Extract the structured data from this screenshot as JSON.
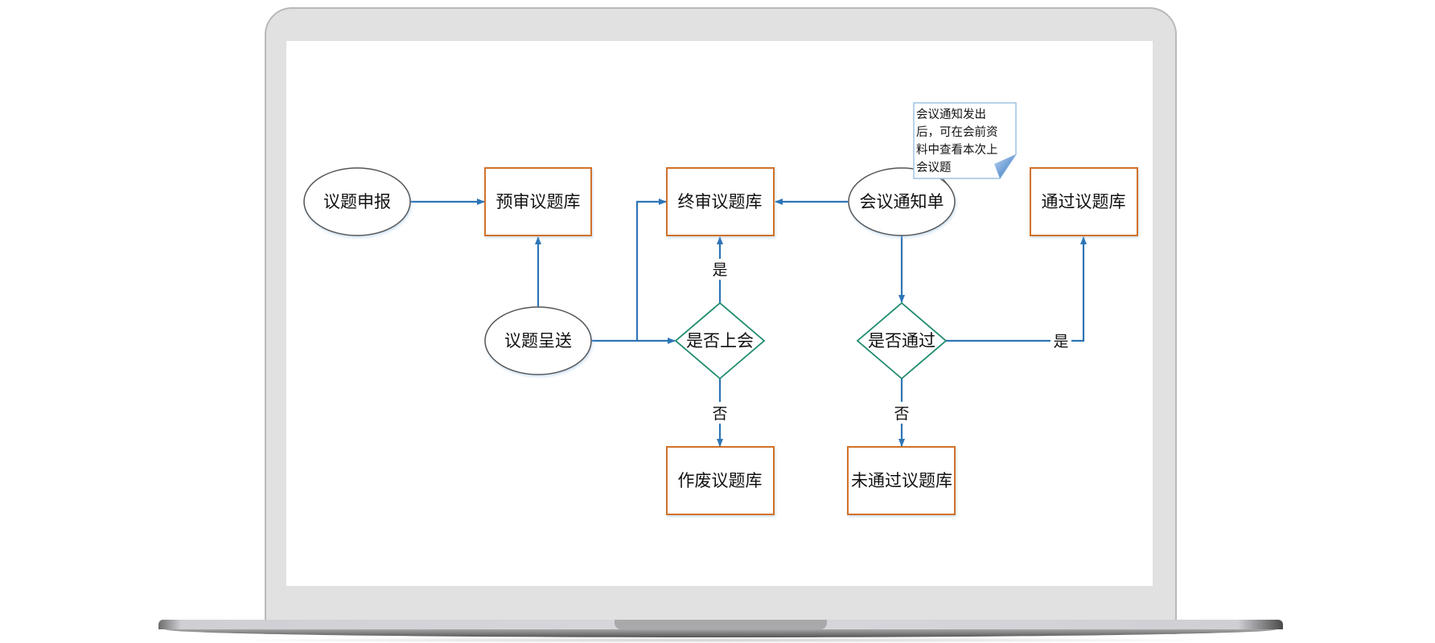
{
  "device": {
    "frame": "laptop",
    "frame_color": "#e1e1e1",
    "screen_color": "#ffffff"
  },
  "colors": {
    "process_border": "#d2712c",
    "decision_border": "#1e8a6e",
    "ellipse_border": "#555555",
    "connector": "#2e75b6",
    "note_border": "#9dc3e6",
    "note_fold": "#3a7dc9"
  },
  "diagram": {
    "nodes": [
      {
        "id": "submit",
        "type": "ellipse",
        "label": "议题申报"
      },
      {
        "id": "pre_review",
        "type": "process",
        "label": "预审议题库"
      },
      {
        "id": "final_review",
        "type": "process",
        "label": "终审议题库"
      },
      {
        "id": "meeting_notice",
        "type": "ellipse",
        "label": "会议通知单"
      },
      {
        "id": "approved",
        "type": "process",
        "label": "通过议题库"
      },
      {
        "id": "deliver",
        "type": "ellipse",
        "label": "议题呈送"
      },
      {
        "id": "on_agenda",
        "type": "decision",
        "label": "是否上会"
      },
      {
        "id": "passed",
        "type": "decision",
        "label": "是否通过"
      },
      {
        "id": "voided",
        "type": "process",
        "label": "作废议题库"
      },
      {
        "id": "rejected",
        "type": "process",
        "label": "未通过议题库"
      }
    ],
    "edges": [
      {
        "from": "submit",
        "to": "pre_review",
        "label": ""
      },
      {
        "from": "deliver",
        "to": "pre_review",
        "label": ""
      },
      {
        "from": "deliver",
        "to": "final_review",
        "label": ""
      },
      {
        "from": "deliver",
        "to": "on_agenda",
        "label": ""
      },
      {
        "from": "on_agenda",
        "to": "final_review",
        "label": "是"
      },
      {
        "from": "on_agenda",
        "to": "voided",
        "label": "否"
      },
      {
        "from": "meeting_notice",
        "to": "final_review",
        "label": ""
      },
      {
        "from": "meeting_notice",
        "to": "passed",
        "label": ""
      },
      {
        "from": "passed",
        "to": "approved",
        "label": "是"
      },
      {
        "from": "passed",
        "to": "rejected",
        "label": "否"
      }
    ],
    "note": {
      "attached_to": "meeting_notice",
      "lines": [
        "会议通知发出",
        "后，可在会前资",
        "料中查看本次上",
        "会议题"
      ]
    }
  }
}
